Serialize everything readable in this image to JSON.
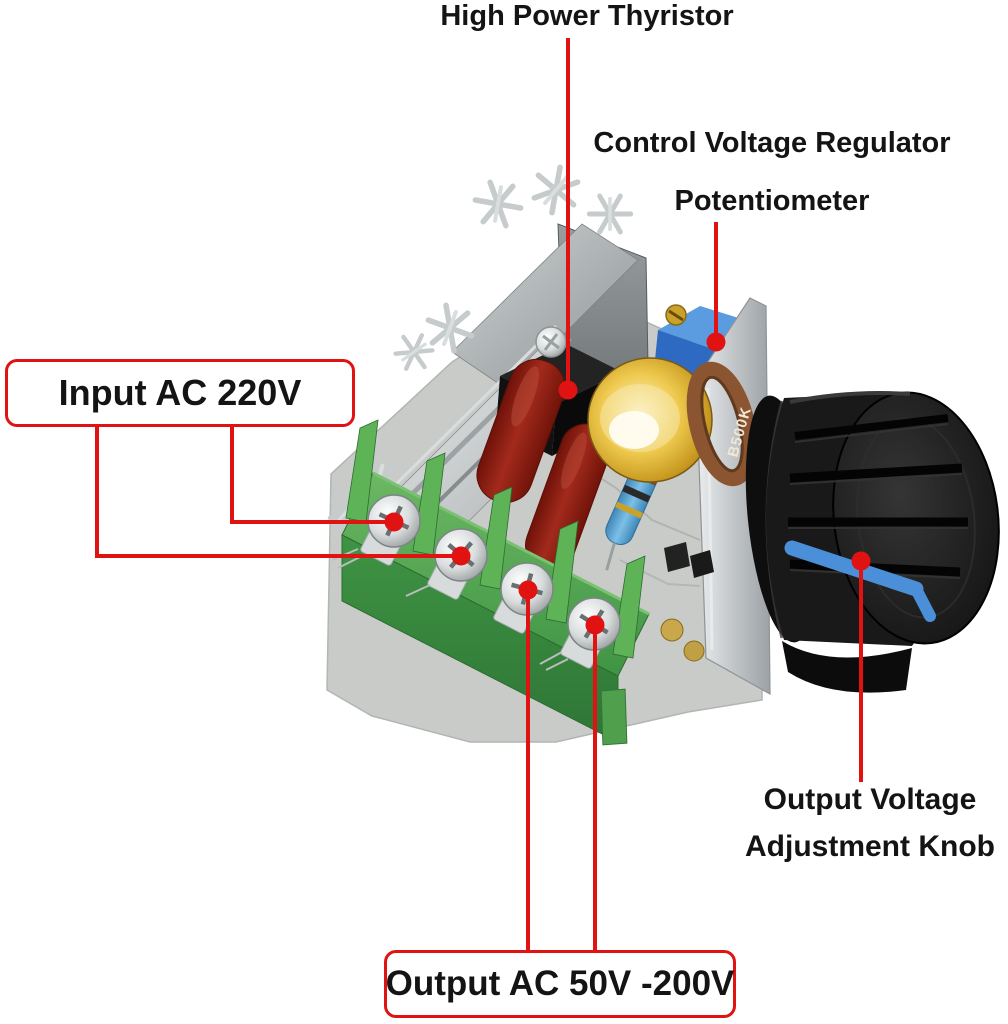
{
  "annotations": {
    "thyristor": {
      "label": "High Power Thyristor"
    },
    "control_potentiometer": {
      "line1": "Control Voltage Regulator",
      "line2": "Potentiometer"
    },
    "input": {
      "label": "Input AC 220V"
    },
    "output": {
      "label": "Output AC 50V -200V"
    },
    "knob": {
      "line1": "Output Voltage",
      "line2": "Adjustment Knob"
    }
  },
  "device": {
    "name": "scr-voltage-regulator-module",
    "potentiometer_marking": "B500K",
    "components": [
      "aluminum-heatsink",
      "high-power-thyristor",
      "trimmer-potentiometer",
      "film-capacitors",
      "resistors",
      "main-potentiometer",
      "mounting-bracket",
      "green-terminal-block",
      "screw-terminals",
      "black-adjustment-knob",
      "blue-indicator-stripe",
      "pcb-board"
    ]
  },
  "colors": {
    "background": "#ffffff",
    "annotation_red": "#e01212",
    "label_text": "#141414",
    "terminal_green": "#42a646",
    "trimmer_blue": "#3f7fd2",
    "capacitor_red": "#8e2016",
    "pot_gold": "#d9ae3a",
    "knob_black": "#161616",
    "knob_stripe_blue": "#4b8fd8",
    "heatsink_silver": "#c9cdce",
    "bracket_aluminum": "#c2c6c9"
  }
}
